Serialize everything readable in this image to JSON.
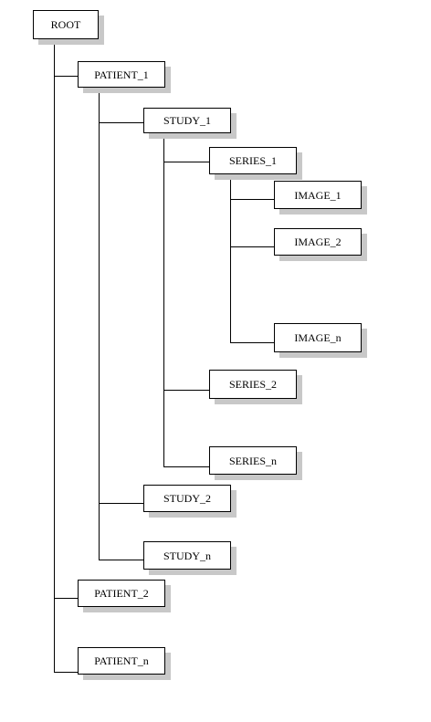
{
  "tree": {
    "root": "ROOT",
    "patients": [
      "PATIENT_1",
      "PATIENT_2",
      "PATIENT_n"
    ],
    "studies": [
      "STUDY_1",
      "STUDY_2",
      "STUDY_n"
    ],
    "series": [
      "SERIES_1",
      "SERIES_2",
      "SERIES_n"
    ],
    "images": [
      "IMAGE_1",
      "IMAGE_2",
      "IMAGE_n"
    ]
  },
  "colors": {
    "line": "#000000",
    "box_border": "#000000",
    "box_fill": "#ffffff",
    "shadow": "#c8c8c8"
  }
}
